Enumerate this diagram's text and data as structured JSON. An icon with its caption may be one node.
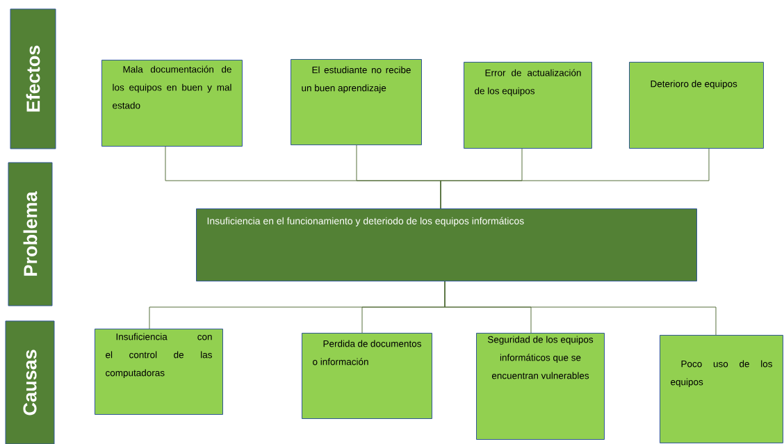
{
  "diagram": {
    "nodes": [
      {
        "text": [
          "Efectos"
        ]
      },
      {
        "text": [
          "Problema"
        ]
      },
      {
        "text": [
          "Causas"
        ]
      },
      {
        "text": [
          "Mala documentación de los equipos en buen y mal estado"
        ]
      },
      {
        "text": [
          "El estudiante no recibe un buen aprendizaje"
        ]
      },
      {
        "text": [
          "Error de actualización de los equipos"
        ]
      },
      {
        "text": [
          "Deterioro de equipos"
        ]
      },
      {
        "text": [
          "Insuficiencia en el funcionamiento y deteriodo de los equipos informáticos"
        ]
      },
      {
        "text": [
          "Insuficiencia con el control de las computadoras"
        ]
      },
      {
        "text": [
          "Perdida de documentos o información"
        ]
      },
      {
        "text": [
          "Seguridad de los equipos informáticos que se encuentran vulnerables"
        ]
      },
      {
        "text": [
          "Poco uso de los equipos"
        ]
      }
    ],
    "edges": [
      {
        "from": 3,
        "to": 7,
        "arrow": "none"
      },
      {
        "from": 4,
        "to": 7,
        "arrow": "none"
      },
      {
        "from": 5,
        "to": 7,
        "arrow": "none"
      },
      {
        "from": 6,
        "to": 7,
        "arrow": "none"
      },
      {
        "from": 7,
        "to": 8,
        "arrow": "none"
      },
      {
        "from": 7,
        "to": 9,
        "arrow": "none"
      },
      {
        "from": 7,
        "to": 10,
        "arrow": "none"
      },
      {
        "from": 7,
        "to": 11,
        "arrow": "none"
      }
    ]
  }
}
